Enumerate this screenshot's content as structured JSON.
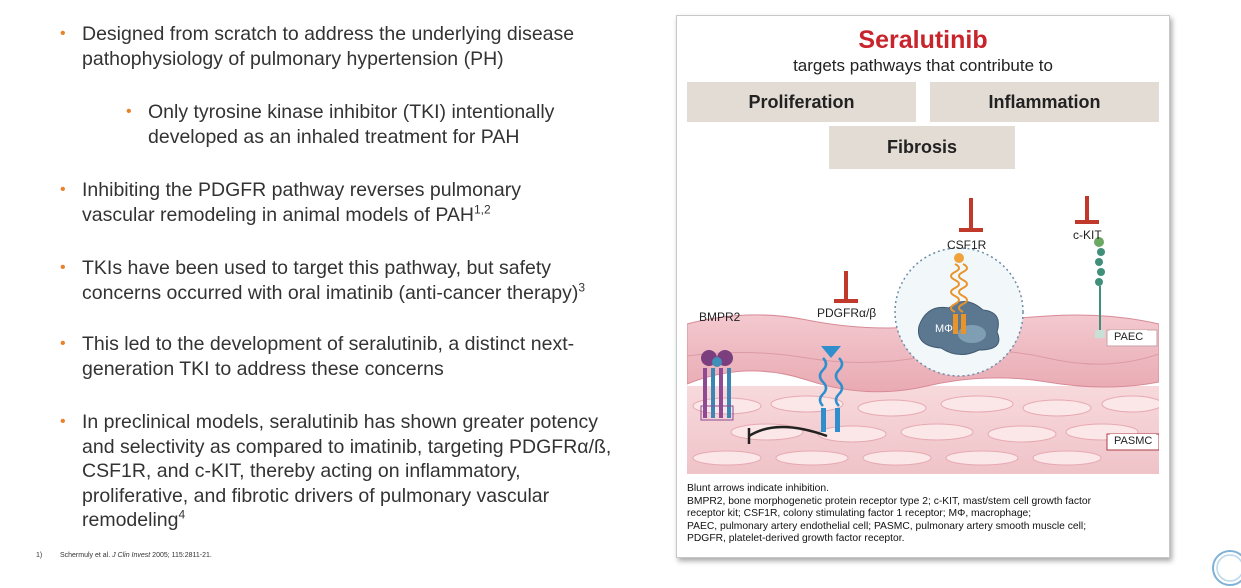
{
  "bullets": [
    {
      "text": "Designed from scratch to address the underlying disease pathophysiology of pulmonary hypertension (PH)",
      "sup": ""
    },
    {
      "text": "Only tyrosine kinase inhibitor (TKI) intentionally developed as an inhaled treatment for PAH",
      "sup": ""
    },
    {
      "text": "Inhibiting the PDGFR pathway reverses pulmonary vascular remodeling in animal models of PAH",
      "sup": "1,2"
    },
    {
      "text": "TKIs have been used to target this pathway, but safety concerns occurred with oral imatinib (anti-cancer therapy)",
      "sup": "3"
    },
    {
      "text": "This led to the development of seralutinib, a distinct next-generation TKI to address these concerns",
      "sup": ""
    },
    {
      "text": "In preclinical models, seralutinib has shown greater potency and selectivity as compared to imatinib, targeting PDGFRα/ß, CSF1R, and c-KIT, thereby acting on inflammatory, proliferative, and fibrotic drivers of pulmonary vascular remodeling",
      "sup": "4"
    }
  ],
  "footnote": {
    "num": "1)",
    "authors": "Schermuly et al.",
    "journal": "J Clin Invest",
    "citation": "2005; 115:2811-21."
  },
  "figure": {
    "title": "Seralutinib",
    "subtitle": "targets pathways that contribute to",
    "pathways": [
      "Proliferation",
      "Inflammation",
      "Fibrosis"
    ],
    "receptors": {
      "bmpr2": "BMPR2",
      "pdgfr": "PDGFRα/β",
      "csf1r": "CSF1R",
      "ckit": "c-KIT",
      "macrophage": "MΦ"
    },
    "cell_labels": {
      "paec": "PAEC",
      "pasmc": "PASMC"
    },
    "legend": [
      "Blunt arrows indicate inhibition.",
      "BMPR2, bone morphogenetic protein receptor type 2; c-KIT, mast/stem cell growth factor",
      "receptor kit; CSF1R, colony stimulating factor 1 receptor; MΦ, macrophage;",
      "PAEC, pulmonary artery endothelial cell; PASMC, pulmonary artery smooth muscle cell;",
      "PDGFR, platelet-derived growth factor receptor."
    ]
  },
  "colors": {
    "accent_bullet": "#e8822a",
    "title_red": "#c8242b",
    "pathway_box": "#e3dcd5",
    "inhibitor_red": "#c0392b"
  },
  "icons": {
    "corner": "circle-logo-icon"
  }
}
